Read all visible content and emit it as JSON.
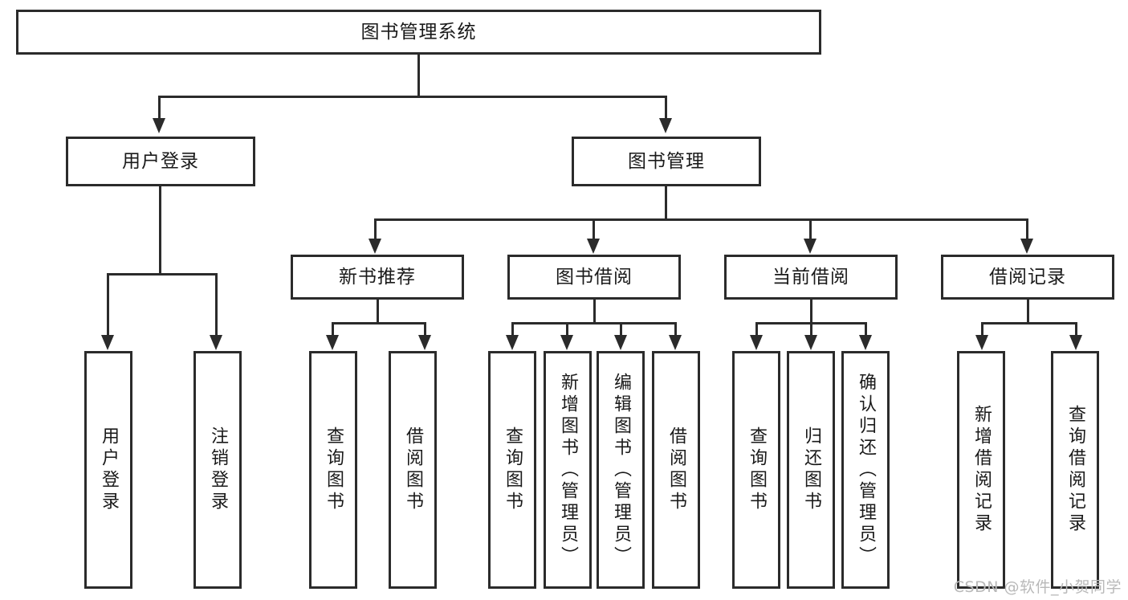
{
  "diagram": {
    "type": "tree-hierarchy",
    "title": "图书管理系统",
    "watermark": "CSDN @软件_小贺同学",
    "colors": {
      "stroke": "#2b2b2b",
      "fill": "#ffffff",
      "text": "#1a1a1a",
      "watermark": "#b9b9b9"
    },
    "nodes": {
      "root": {
        "label": "图书管理系统"
      },
      "level2": [
        {
          "label": "用户登录"
        },
        {
          "label": "图书管理"
        }
      ],
      "level3": [
        {
          "label": "新书推荐"
        },
        {
          "label": "图书借阅"
        },
        {
          "label": "当前借阅"
        },
        {
          "label": "借阅记录"
        }
      ],
      "leaves": {
        "user_login": [
          {
            "label": "用户登录"
          },
          {
            "label": "注销登录"
          }
        ],
        "new_book": [
          {
            "label": "查询图书"
          },
          {
            "label": "借阅图书"
          }
        ],
        "book_borrow": [
          {
            "label": "查询图书"
          },
          {
            "label": "新增图书（管理员）"
          },
          {
            "label": "编辑图书（管理员）"
          },
          {
            "label": "借阅图书"
          }
        ],
        "current_borrow": [
          {
            "label": "查询图书"
          },
          {
            "label": "归还图书"
          },
          {
            "label": "确认归还（管理员）"
          }
        ],
        "borrow_record": [
          {
            "label": "新增借阅记录"
          },
          {
            "label": "查询借阅记录"
          }
        ]
      }
    }
  }
}
